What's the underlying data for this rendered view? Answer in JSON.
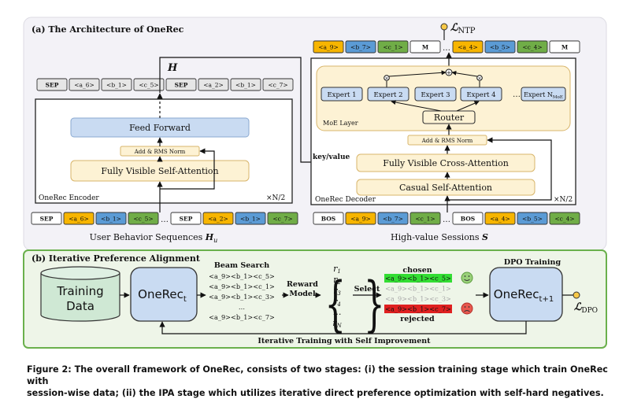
{
  "panel_a": {
    "title": "(a) The Architecture of OneRec",
    "H_label": "H",
    "encoder": {
      "output_tokens": [
        "SEP",
        "<a_6>",
        "<b_1>",
        "<c_5>",
        "SEP",
        "<a_2>",
        "<b_1>",
        "<c_7>"
      ],
      "feed_forward": "Feed Forward",
      "add_norm": "Add & RMS Norm",
      "self_attention": "Fully Visible Self-Attention",
      "name": "OneRec Encoder",
      "repeat": "×N/2",
      "input_tokens": [
        "SEP",
        "<a_6>",
        "<b_1>",
        "<c_5>",
        "…",
        "SEP",
        "<a_2>",
        "<b_1>",
        "<c_7>"
      ],
      "input_label": "User Behavior Sequences",
      "input_symbol": "H",
      "input_sub": "u"
    },
    "decoder": {
      "loss": "NTP",
      "output_tokens": [
        "<a_9>",
        "<b_7>",
        "<c_1>",
        "M",
        "…",
        "<a_4>",
        "<b_5>",
        "<c_4>",
        "M"
      ],
      "experts": [
        "Expert 1",
        "Expert 2",
        "Expert 3",
        "Expert 4"
      ],
      "expert_last": "Expert N",
      "expert_last_sub": "MoE",
      "router": "Router",
      "moe_label": "MoE Layer",
      "add_norm": "Add & RMS Norm",
      "cross_attention": "Fully Visible Cross-Attention",
      "causal_attention": "Casual Self-Attention",
      "key_value": "key/value",
      "name": "OneRec Decoder",
      "repeat": "×N/2",
      "input_tokens": [
        "BOS",
        "<a_9>",
        "<b_7>",
        "<c_1>",
        "…",
        "BOS",
        "<a_4>",
        "<b_5>",
        "<c_4>"
      ],
      "input_label": "High-value Sessions",
      "input_symbol": "S"
    }
  },
  "panel_b": {
    "title": "(b) Iterative Preference Alignment",
    "training_data": [
      "Training",
      "Data"
    ],
    "model_t": "OneRec",
    "model_t_sub": "t",
    "beam_search": "Beam Search",
    "beams": [
      "<a_9><b_1><c_5>",
      "<a_9><b_1><c_1>",
      "<a_9><b_1><c_3>",
      "…",
      "<a_9><b_1><c_7>"
    ],
    "reward_model": [
      "Reward",
      "Model"
    ],
    "rewards": [
      "r",
      "r",
      "r",
      "r",
      "…",
      "r"
    ],
    "reward_subs": [
      "1",
      "2",
      "3",
      "4",
      "",
      "N"
    ],
    "select": "Select",
    "chosen": "chosen",
    "rejected": "rejected",
    "ranked": [
      "<a_9><b_1><c_5>",
      "<a_9><b_1><c_1>",
      "<a_9><b_1><c_3>",
      "<a_9><b_1><c_7>"
    ],
    "dpo_training": "DPO Training",
    "model_next": "OneRec",
    "model_next_sub": "t+1",
    "loss": "DPO",
    "feedback": "Iterative Training with Self Improvement"
  },
  "caption": [
    "Figure 2: The overall framework of OneRec, consists of two stages: (i) the session training stage which train OneRec with",
    "session-wise data; (ii) the IPA stage which utilizes iterative direct preference optimization with self-hard negatives."
  ],
  "colors": {
    "panel_a_bg": "#f3f2f7",
    "panel_b_bg": "#eef5e8",
    "panel_b_border": "#6ab04c",
    "token_grey": "#e6e6e6",
    "token_a": "#f7b500",
    "token_b": "#5b9bd5",
    "token_c": "#70ad47",
    "block_blue": "#c9dbf2",
    "block_cream": "#fdf2d4",
    "chosen": "#33dd33",
    "rejected": "#e02020",
    "cylinder": "#cfe8d4"
  }
}
